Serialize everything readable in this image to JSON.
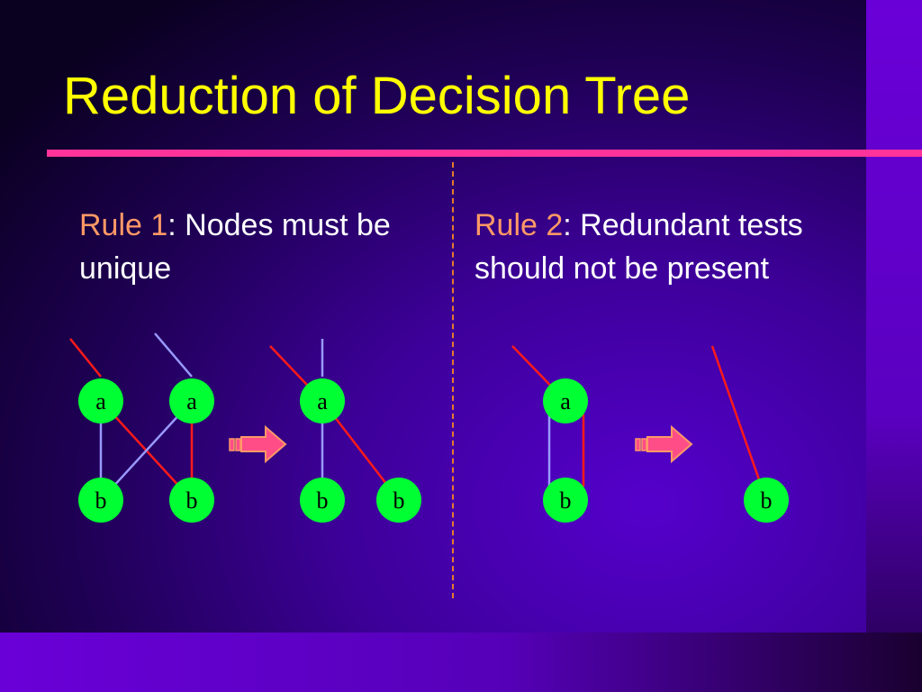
{
  "slide": {
    "title": "Reduction of Decision Tree",
    "rule1": {
      "name": "Rule 1",
      "text": ": Nodes must be unique"
    },
    "rule2": {
      "name": "Rule 2",
      "text": ": Redundant tests should not be present"
    }
  },
  "diagram": {
    "node_labels": {
      "a": "a",
      "b": "b"
    },
    "colors": {
      "node_fill": "#00ff33",
      "edge_red": "#ff1a1a",
      "edge_blue": "#9999ff",
      "arrow_fill": "#ff4d88",
      "arrow_outline": "#ff9966"
    }
  }
}
